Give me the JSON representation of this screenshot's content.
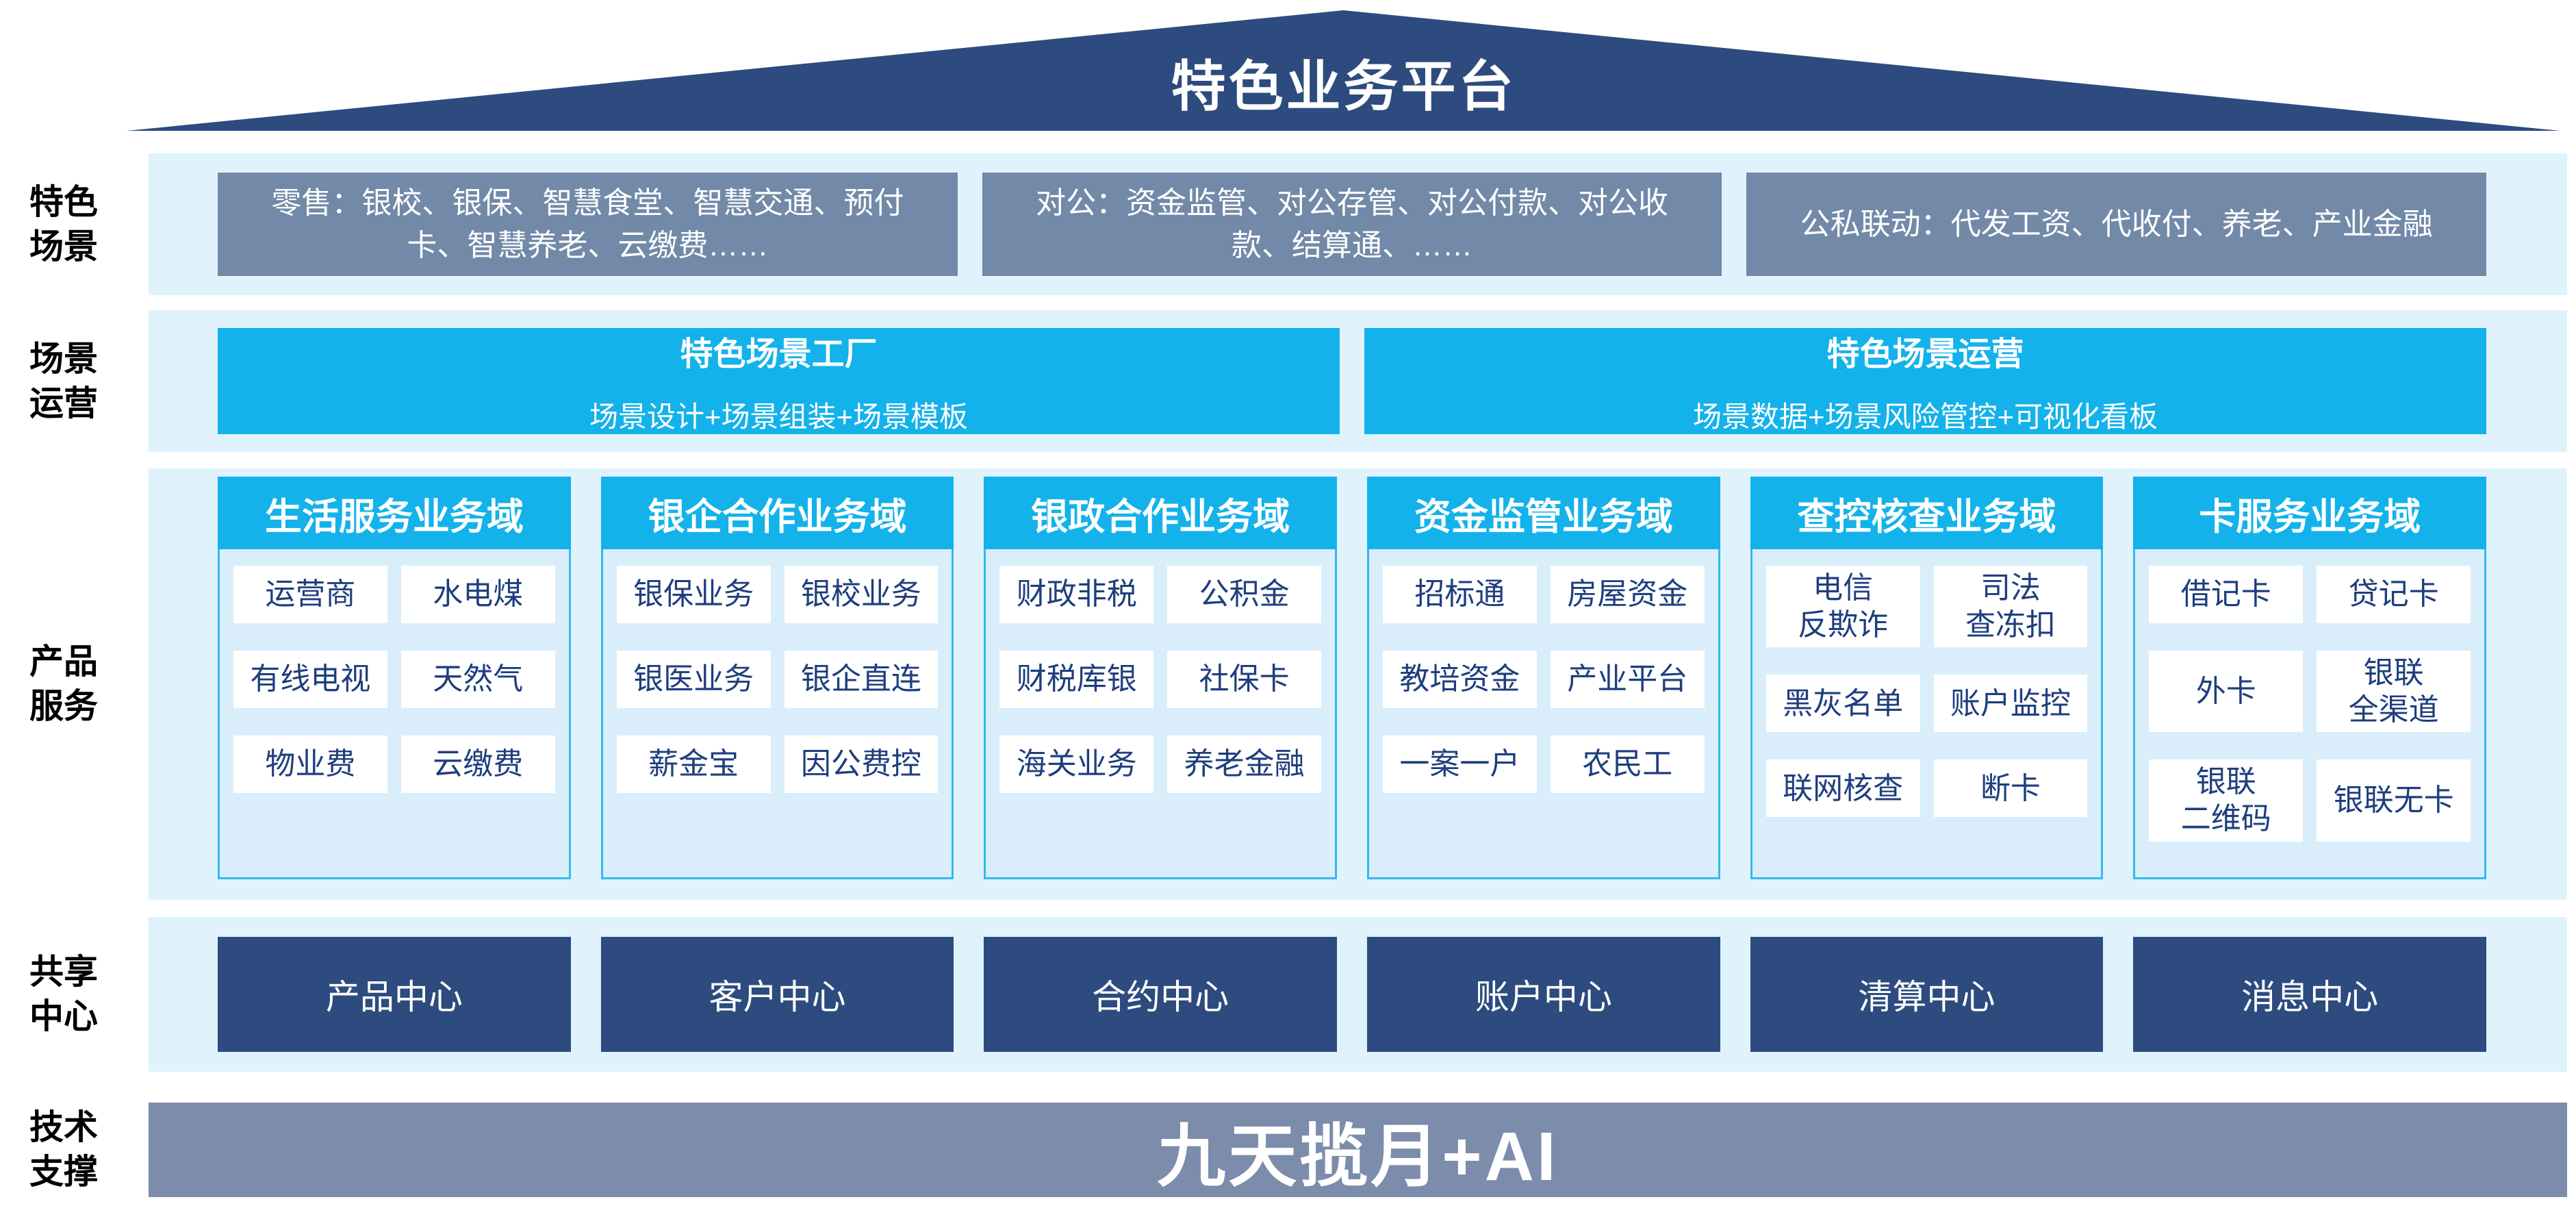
{
  "page": {
    "title": "特色业务平台"
  },
  "rows": {
    "scenes": {
      "label": "特色\n场景",
      "boxes": [
        "零售：银校、银保、智慧食堂、智慧交通、预付\n卡、智慧养老、云缴费……",
        "对公：资金监管、对公存管、对公付款、对公收\n款、结算通、……",
        "公私联动：代发工资、代收付、养老、产业金融"
      ]
    },
    "operations": {
      "label": "场景\n运营",
      "cards": [
        {
          "title": "特色场景工厂",
          "subtitle": "场景设计+场景组装+场景模板"
        },
        {
          "title": "特色场景运营",
          "subtitle": "场景数据+场景风险管控+可视化看板"
        }
      ]
    },
    "products": {
      "label": "产品\n服务",
      "domains": [
        {
          "title": "生活服务业务域",
          "items": [
            "运营商",
            "水电煤",
            "有线电视",
            "天然气",
            "物业费",
            "云缴费"
          ]
        },
        {
          "title": "银企合作业务域",
          "items": [
            "银保业务",
            "银校业务",
            "银医业务",
            "银企直连",
            "薪金宝",
            "因公费控"
          ]
        },
        {
          "title": "银政合作业务域",
          "items": [
            "财政非税",
            "公积金",
            "财税库银",
            "社保卡",
            "海关业务",
            "养老金融"
          ]
        },
        {
          "title": "资金监管业务域",
          "items": [
            "招标通",
            "房屋资金",
            "教培资金",
            "产业平台",
            "一案一户",
            "农民工"
          ]
        },
        {
          "title": "查控核查业务域",
          "items": [
            "电信\n反欺诈",
            "司法\n查冻扣",
            "黑灰名单",
            "账户监控",
            "联网核查",
            "断卡"
          ]
        },
        {
          "title": "卡服务业务域",
          "items": [
            "借记卡",
            "贷记卡",
            "外卡",
            "银联\n全渠道",
            "银联\n二维码",
            "银联无卡"
          ]
        }
      ]
    },
    "centers": {
      "label": "共享\n中心",
      "boxes": [
        "产品中心",
        "客户中心",
        "合约中心",
        "账户中心",
        "清算中心",
        "消息中心"
      ]
    },
    "tech": {
      "label": "技术\n支撑",
      "banner": "九天揽月+AI"
    }
  },
  "colors": {
    "roof_navy": "#2d4b7e",
    "scenario_slate_blue": "#7289a8",
    "accent_cyan": "#13b2ea",
    "band_light_blue": "#e0f3fc",
    "domain_body_blue": "#d9eefa",
    "domain_border_cyan": "#35b9eb",
    "chip_text_navy": "#1e3e7e",
    "center_navy": "#2d4b7e",
    "tech_bar_gray_blue": "#7c8cab"
  }
}
